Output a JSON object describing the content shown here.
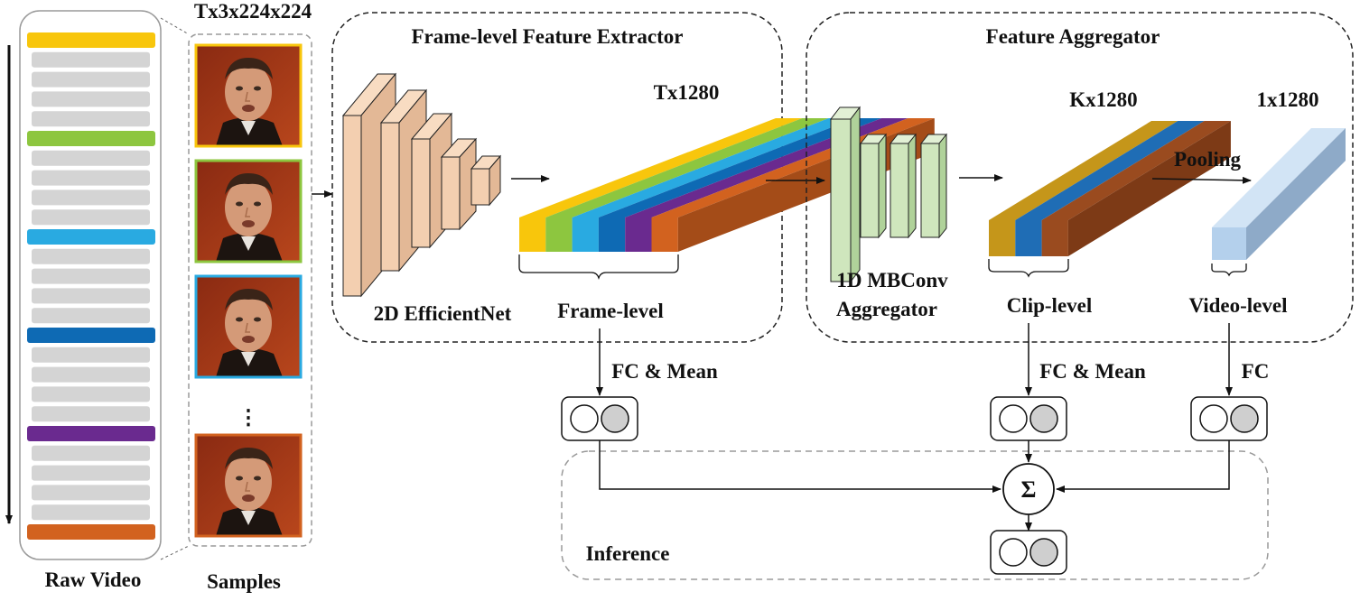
{
  "raw_video": {
    "label": "Raw Video",
    "sampled_frame_colors": [
      "#f8c60c",
      "#8dc63f",
      "#29aae1",
      "#0e6ab4",
      "#6a2a8f",
      "#d2621f"
    ]
  },
  "samples": {
    "label": "Samples",
    "shape_label": "Tx3x224x224",
    "ellipsis": "⋮",
    "frame_border_colors": [
      "#f8c60c",
      "#8dc63f",
      "#29aae1",
      "#d2621f"
    ]
  },
  "frame_extractor": {
    "title": "Frame-level Feature Extractor",
    "network_label": "2D EfficientNet",
    "tensor_label": "Tx1280",
    "feature_label": "Frame-level",
    "stripe_colors": [
      "#f8c60c",
      "#8dc63f",
      "#29aae1",
      "#0e6ab4",
      "#6a2a8f",
      "#d2621f"
    ]
  },
  "feature_aggregator": {
    "title": "Feature Aggregator",
    "aggregator_label_line1": "1D MBConv",
    "aggregator_label_line2": "Aggregator",
    "clip_tensor_label": "Kx1280",
    "clip_feature_label": "Clip-level",
    "clip_stripe_colors": [
      "#c5961a",
      "#1f6db5",
      "#9a4b1f"
    ],
    "pooling_label": "Pooling",
    "video_tensor_label": "1x1280",
    "video_feature_label": "Video-level"
  },
  "heads": {
    "frame_head_label": "FC & Mean",
    "clip_head_label": "FC & Mean",
    "video_head_label": "FC"
  },
  "inference": {
    "label": "Inference",
    "sum_symbol": "Σ"
  }
}
